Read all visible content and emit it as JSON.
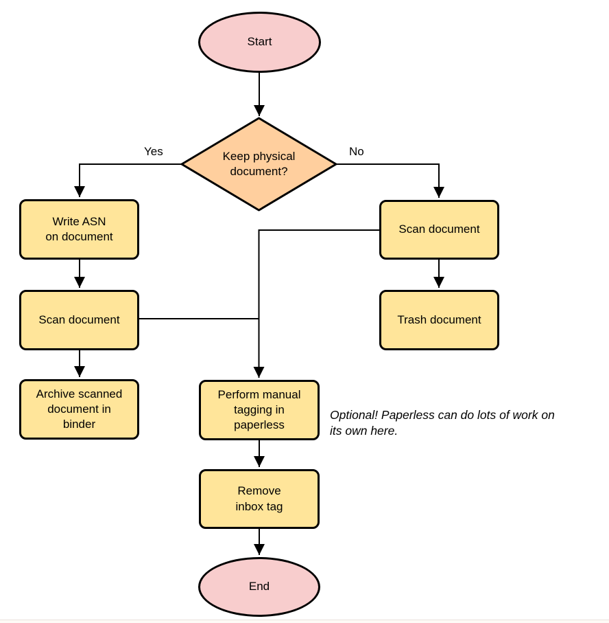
{
  "nodes": {
    "start": {
      "label": "Start",
      "type": "terminal"
    },
    "decision": {
      "label": "Keep physical\ndocument?",
      "type": "decision"
    },
    "write_asn": {
      "label": "Write ASN\non document",
      "type": "process"
    },
    "scan_left": {
      "label": "Scan document",
      "type": "process"
    },
    "archive": {
      "label": "Archive scanned\ndocument in\nbinder",
      "type": "process"
    },
    "scan_right": {
      "label": "Scan document",
      "type": "process"
    },
    "trash": {
      "label": "Trash document",
      "type": "process"
    },
    "tagging": {
      "label": "Perform manual\ntagging in\npaperless",
      "type": "process"
    },
    "remove_inbox": {
      "label": "Remove\ninbox tag",
      "type": "process"
    },
    "end": {
      "label": "End",
      "type": "terminal"
    }
  },
  "edge_labels": {
    "yes": "Yes",
    "no": "No"
  },
  "annotation": "Optional! Paperless can do lots of work on\nits own here.",
  "colors": {
    "terminal_fill": "#f8cdcd",
    "decision_fill": "#ffcf9e",
    "process_fill": "#ffe59a",
    "stroke": "#000000",
    "background": "#ffffff"
  }
}
